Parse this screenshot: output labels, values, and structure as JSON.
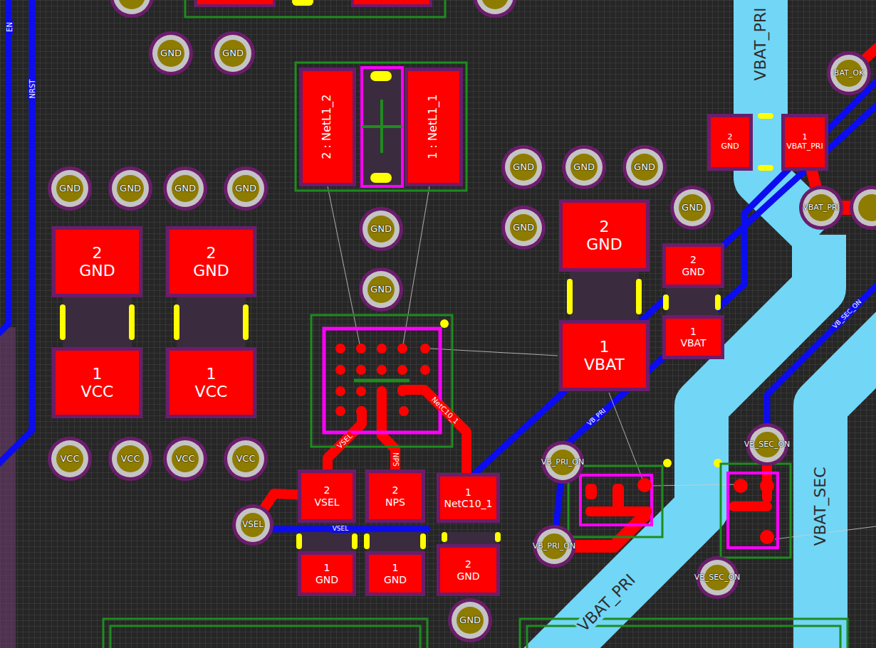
{
  "diagram": {
    "nodes": [
      {
        "text": [
          "GND"
        ]
      },
      {
        "text": [
          "GND"
        ]
      },
      {
        "text": [
          "2 : NetL1_2"
        ]
      },
      {
        "text": [
          "1 : NetL1_1"
        ]
      },
      {
        "text": [
          "GND"
        ]
      },
      {
        "text": [
          "GND"
        ]
      },
      {
        "text": [
          "GND"
        ]
      },
      {
        "text": [
          "GND"
        ]
      },
      {
        "text": [
          "GND"
        ]
      },
      {
        "text": [
          "GND"
        ]
      },
      {
        "text": [
          "GND"
        ]
      },
      {
        "text": [
          "GND"
        ]
      },
      {
        "text": [
          "GND"
        ]
      },
      {
        "text": [
          "GND"
        ]
      },
      {
        "text": [
          "GND"
        ]
      },
      {
        "text": [
          "2",
          "GND"
        ]
      },
      {
        "text": [
          "1",
          "VBAT_PRI"
        ]
      },
      {
        "text": [
          "BAT_OK"
        ]
      },
      {
        "text": [
          "VBAT_PRI"
        ]
      },
      {
        "text": [
          "2",
          "GND"
        ]
      },
      {
        "text": [
          "1",
          "VCC"
        ]
      },
      {
        "text": [
          "2",
          "GND"
        ]
      },
      {
        "text": [
          "1",
          "VCC"
        ]
      },
      {
        "text": [
          "2",
          "GND"
        ]
      },
      {
        "text": [
          "1",
          "VBAT"
        ]
      },
      {
        "text": [
          "2",
          "GND"
        ]
      },
      {
        "text": [
          "1",
          "VBAT"
        ]
      },
      {
        "text": [
          "VCC"
        ]
      },
      {
        "text": [
          "VCC"
        ]
      },
      {
        "text": [
          "VCC"
        ]
      },
      {
        "text": [
          "VCC"
        ]
      },
      {
        "text": [
          "VB_SEC_ON"
        ]
      },
      {
        "text": [
          "VB_PRI_ON"
        ]
      },
      {
        "text": [
          "2",
          "VSEL"
        ]
      },
      {
        "text": [
          "2",
          "NPS"
        ]
      },
      {
        "text": [
          "1",
          "NetC10_1"
        ]
      },
      {
        "text": [
          "VSEL"
        ]
      },
      {
        "text": [
          "VB_PRI_ON"
        ]
      },
      {
        "text": [
          "1",
          "GND"
        ]
      },
      {
        "text": [
          "1",
          "GND"
        ]
      },
      {
        "text": [
          "2",
          "GND"
        ]
      },
      {
        "text": [
          "VB_SEC_ON"
        ]
      },
      {
        "text": [
          "GND"
        ]
      }
    ],
    "edges": [
      {
        "from": 36,
        "to": 33,
        "arrow": "none"
      },
      {
        "from": 32,
        "to": 37,
        "arrow": "none"
      },
      {
        "from": 16,
        "to": 18,
        "arrow": "none"
      }
    ],
    "labels": [
      "EN",
      "NRST",
      "VSEL",
      "NPS",
      "NetC10_1",
      "VSEL",
      "VB_PRI",
      "VB_SEC_ON",
      "VBAT_PRI",
      "VBAT_PRI",
      "VBAT_SEC"
    ]
  }
}
